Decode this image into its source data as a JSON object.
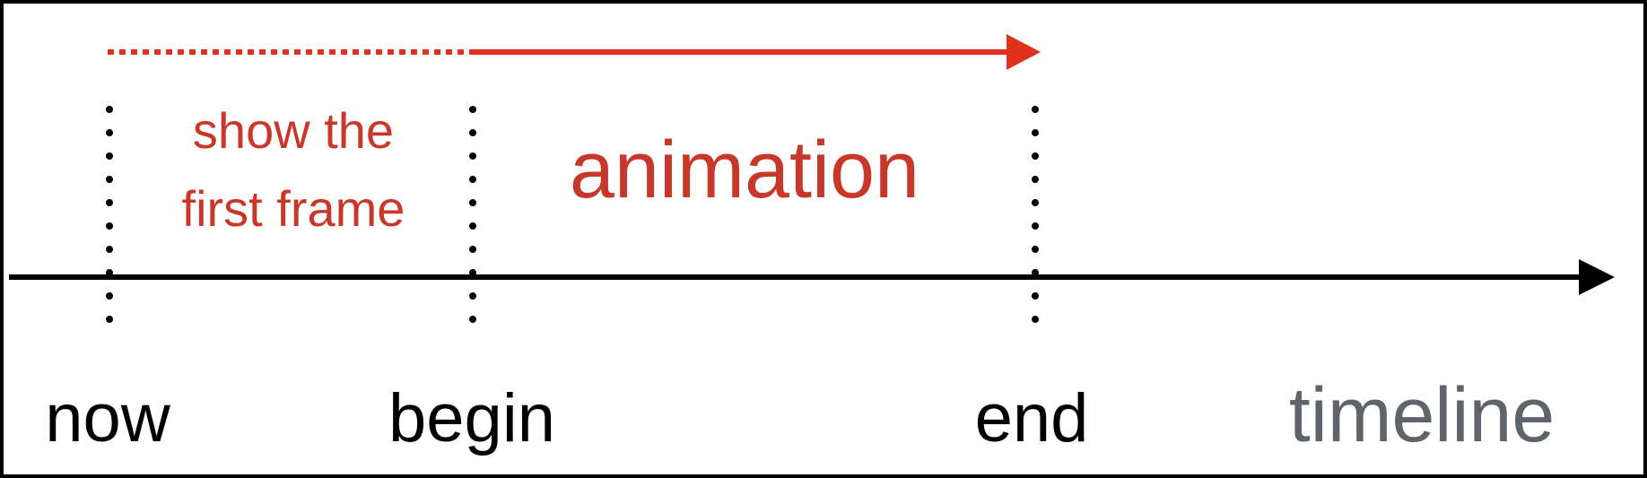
{
  "colors": {
    "accent": "#e0301e",
    "accent_text": "#c8382a",
    "axis": "#000000",
    "muted_text": "#5f636a",
    "frame": "#000000"
  },
  "phases": {
    "first_frame_line1": "show the",
    "first_frame_line2": "first frame",
    "animation": "animation"
  },
  "markers": {
    "now": "now",
    "begin": "begin",
    "end": "end"
  },
  "axis": {
    "label": "timeline"
  }
}
